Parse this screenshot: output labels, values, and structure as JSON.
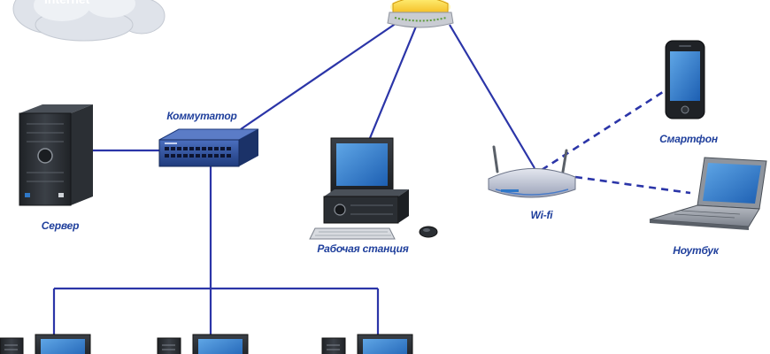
{
  "labels": {
    "switch": "Коммутатор",
    "server": "Сервер",
    "workstation": "Рабочая станция",
    "wifi": "Wi-fi",
    "smartphone": "Смартфон",
    "laptop": "Ноутбук",
    "cloud": "Internet"
  },
  "colors": {
    "link": "#2b35a8",
    "label": "#1f3f9c",
    "screen": "#2f78c8",
    "router_top": "#f7c81c",
    "switch_body": "#2c4d9a",
    "device_dark": "#2a2e33",
    "wifi_body": "#b9bfd0"
  }
}
